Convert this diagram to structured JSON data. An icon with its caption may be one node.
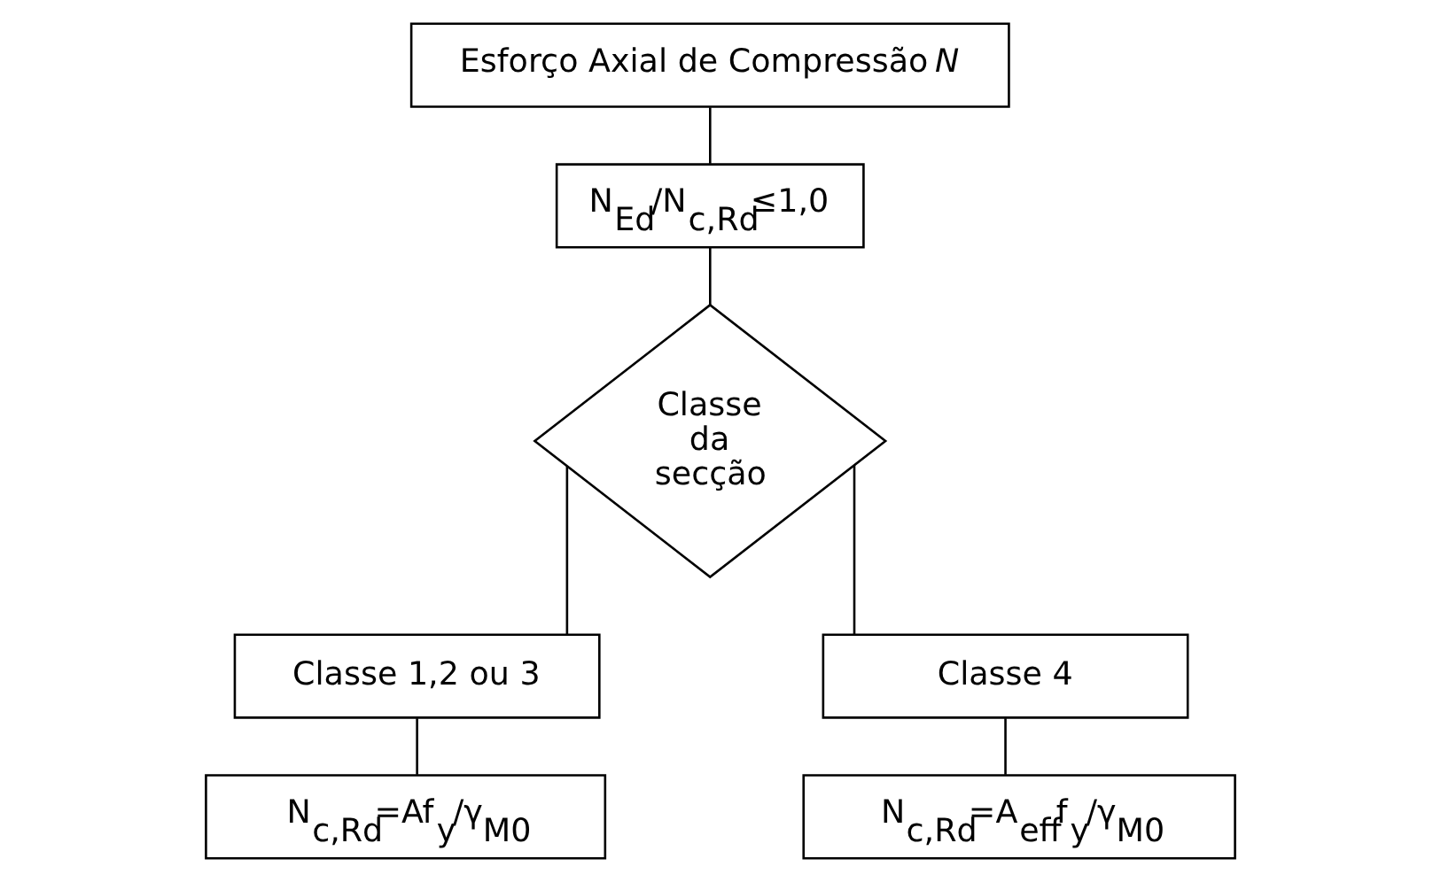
{
  "diagram": {
    "nodes": [
      {
        "text": [
          "Esforço Axial de Compressão *N*"
        ]
      },
      {
        "text": [
          "N$_{Ed}$/N$_{c,Rd}$≤1,0"
        ]
      },
      {
        "text": [
          "Classe da secção"
        ]
      },
      {
        "text": [
          "Classe 1,2 ou 3"
        ]
      },
      {
        "text": [
          "Classe 4"
        ]
      },
      {
        "text": [
          "N$_{c,Rd}$=Af$_{y}$/γ$_{M0}$"
        ]
      },
      {
        "text": [
          "N$_{c,Rd}$=A$_{eff}$f$_{y}$/γ$_{M0}$"
        ]
      }
    ],
    "edges": [
      {
        "from": 0,
        "to": 1,
        "arrow": "none"
      },
      {
        "from": 1,
        "to": 2,
        "arrow": "none"
      },
      {
        "from": 2,
        "to": 3,
        "arrow": "none"
      },
      {
        "from": 2,
        "to": 4,
        "arrow": "none"
      },
      {
        "from": 3,
        "to": 5,
        "arrow": "none"
      },
      {
        "from": 4,
        "to": 6,
        "arrow": "none"
      }
    ]
  }
}
